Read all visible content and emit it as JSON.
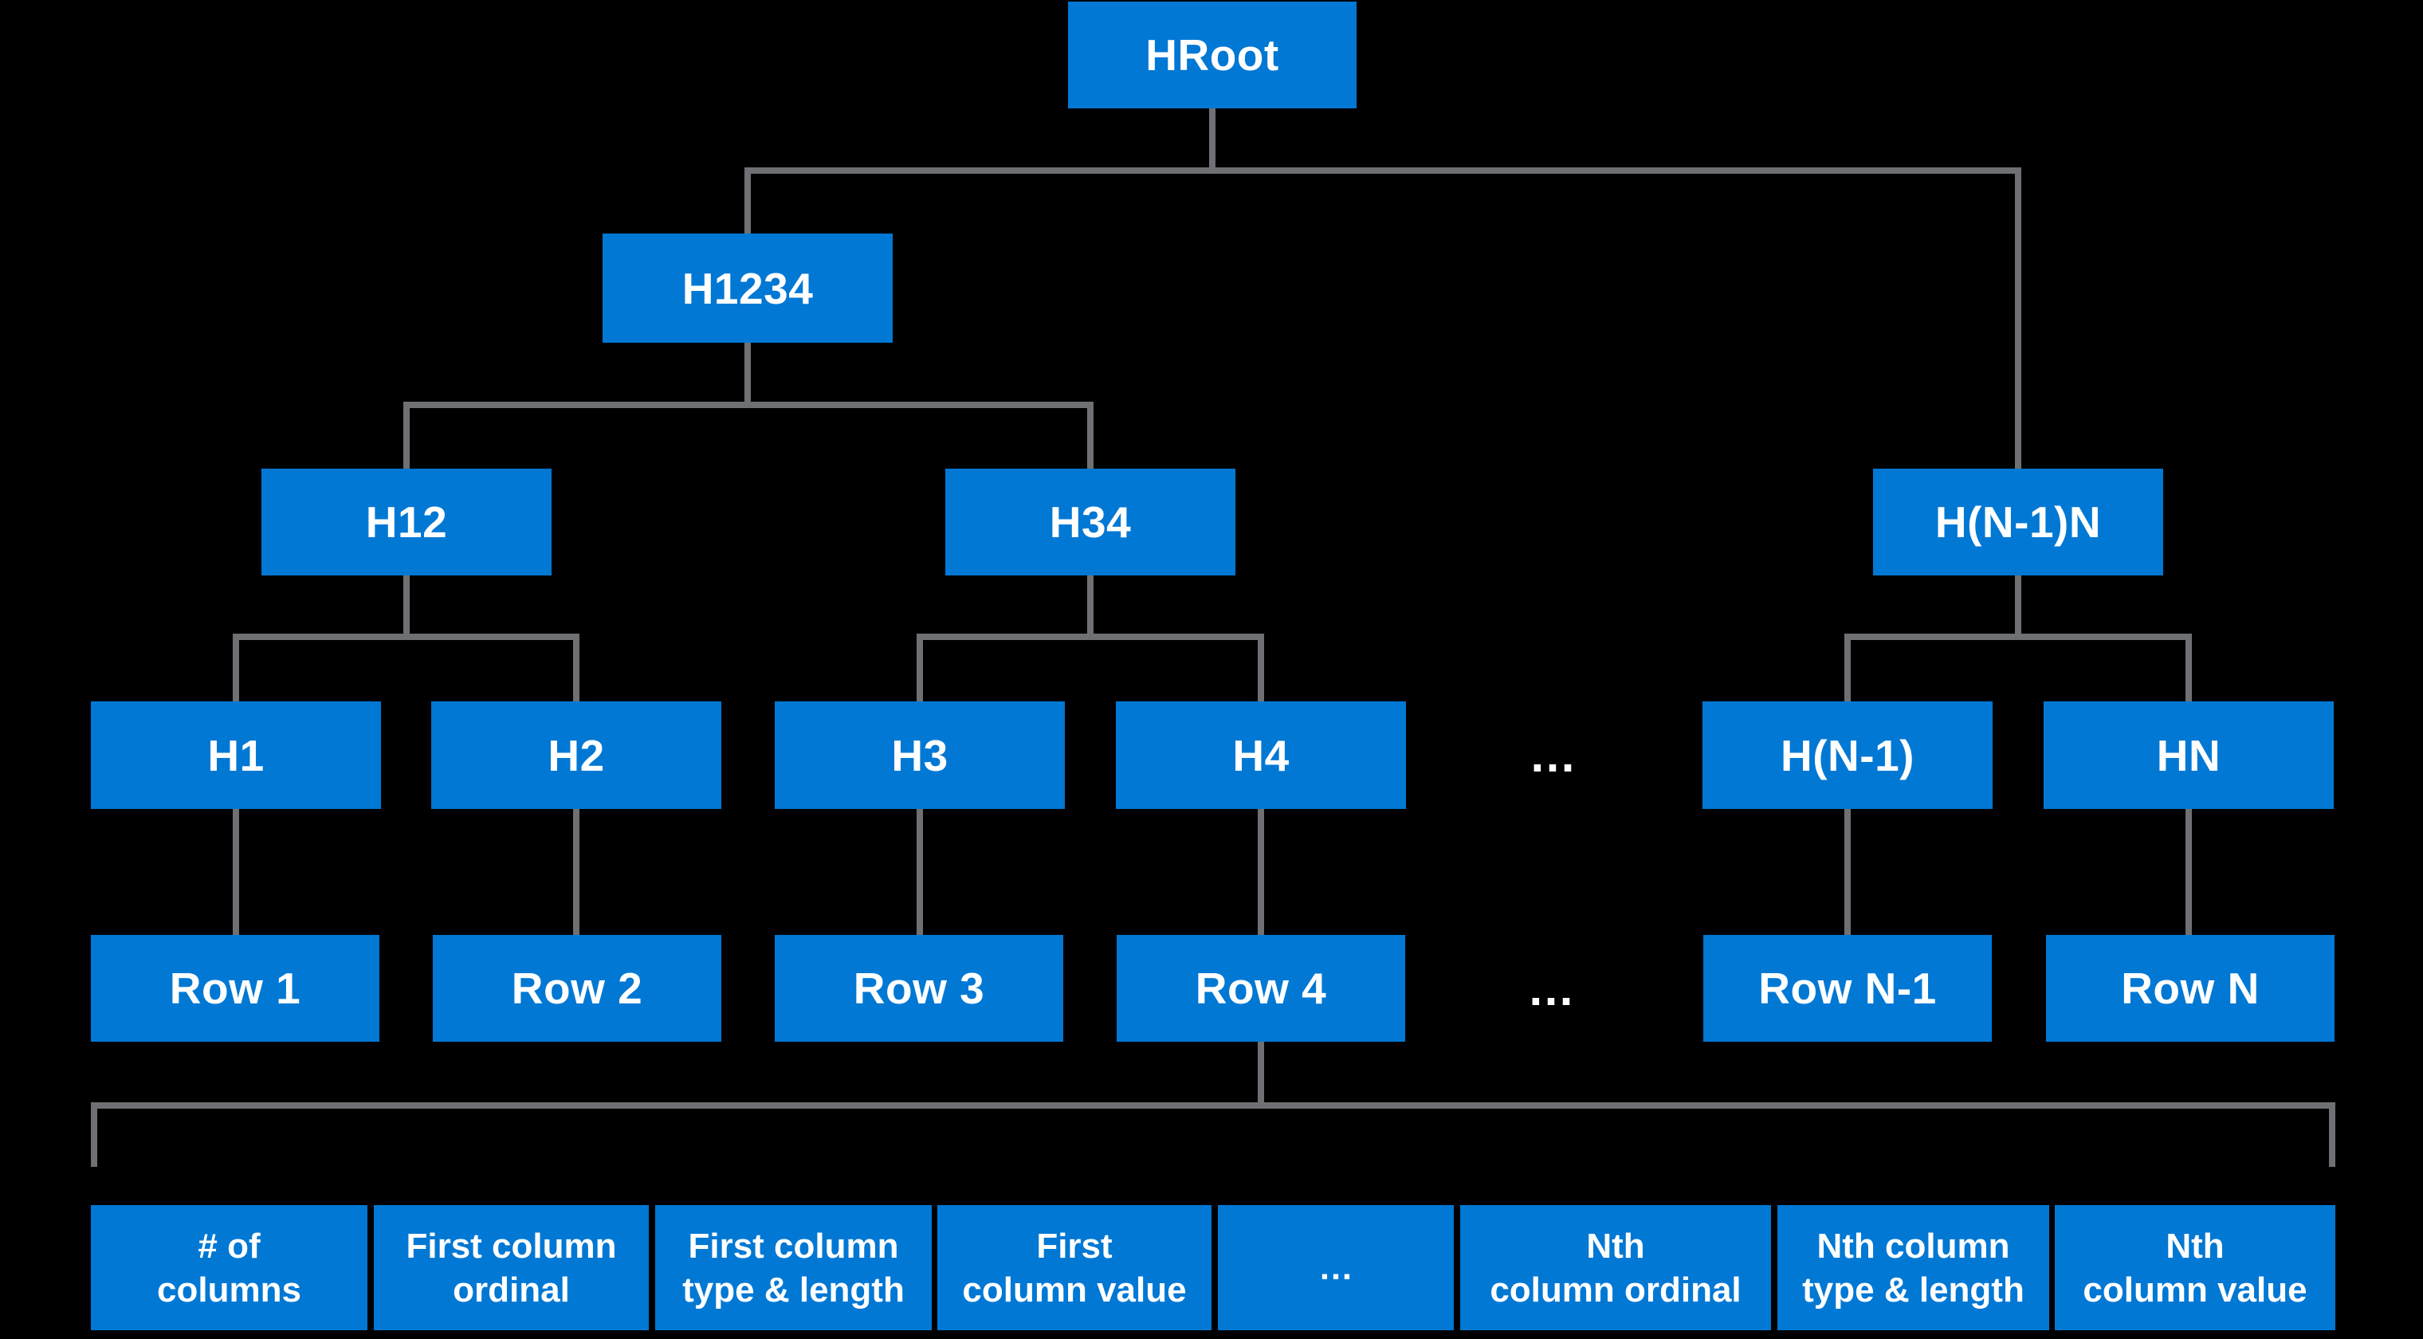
{
  "colors": {
    "background": "#000000",
    "node_fill": "#0078D4",
    "node_text": "#FFFFFF",
    "connector": "#6E7073"
  },
  "nodes": {
    "hroot": "HRoot",
    "h1234": "H1234",
    "h12": "H12",
    "h34": "H34",
    "hn1n": "H(N-1)N",
    "h1": "H1",
    "h2": "H2",
    "h3": "H3",
    "h4": "H4",
    "hn1": "H(N-1)",
    "hn": "HN",
    "row1": "Row 1",
    "row2": "Row 2",
    "row3": "Row 3",
    "row4": "Row 4",
    "rown1": "Row N-1",
    "rown": "Row N"
  },
  "ellipsis": "…",
  "row_fields": [
    "# of\ncolumns",
    "First column\nordinal",
    "First column\ntype & length",
    "First\ncolumn value",
    "…",
    "Nth\ncolumn ordinal",
    "Nth column\ntype & length",
    "Nth\ncolumn value"
  ],
  "edges": [
    [
      "HRoot",
      "H1234"
    ],
    [
      "HRoot",
      "H(N-1)N"
    ],
    [
      "H1234",
      "H12"
    ],
    [
      "H1234",
      "H34"
    ],
    [
      "H12",
      "H1"
    ],
    [
      "H12",
      "H2"
    ],
    [
      "H34",
      "H3"
    ],
    [
      "H34",
      "H4"
    ],
    [
      "H(N-1)N",
      "H(N-1)"
    ],
    [
      "H(N-1)N",
      "HN"
    ],
    [
      "H1",
      "Row 1"
    ],
    [
      "H2",
      "Row 2"
    ],
    [
      "H3",
      "Row 3"
    ],
    [
      "H4",
      "Row 4"
    ],
    [
      "H(N-1)",
      "Row N-1"
    ],
    [
      "HN",
      "Row N"
    ],
    [
      "Row 4",
      "row-fields"
    ]
  ]
}
